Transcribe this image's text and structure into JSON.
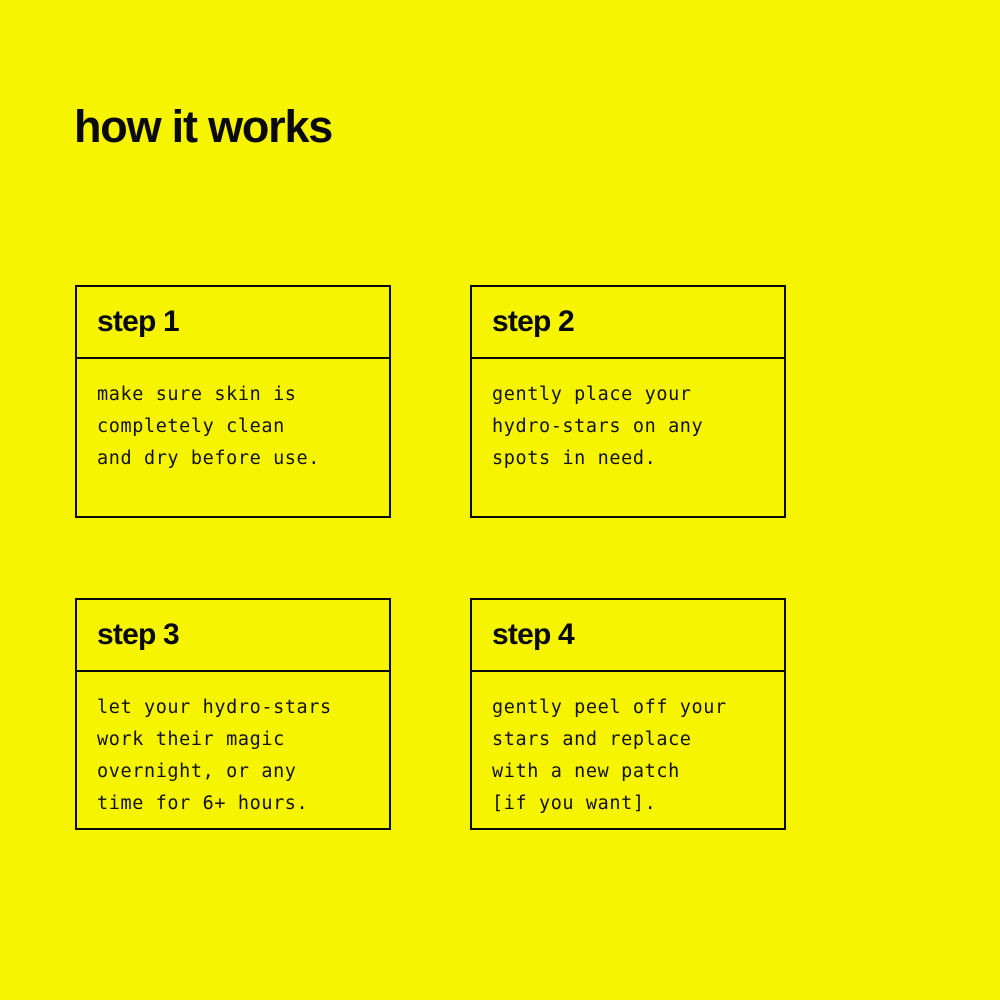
{
  "page": {
    "title": "how it works",
    "background_color": "#F7F400",
    "ink_color": "#0A0A0A"
  },
  "steps": [
    {
      "title": "step 1",
      "lines": [
        "make sure skin is",
        "completely clean",
        "and dry before use."
      ]
    },
    {
      "title": "step 2",
      "lines": [
        "gently place your",
        "hydro-stars on any",
        "spots in need."
      ]
    },
    {
      "title": "step 3",
      "lines": [
        "let your hydro-stars",
        "work their magic",
        "overnight, or any",
        "time for 6+ hours."
      ]
    },
    {
      "title": "step 4",
      "lines": [
        "gently peel off your",
        "stars and replace",
        "with a new patch",
        "[if you want]."
      ]
    }
  ]
}
